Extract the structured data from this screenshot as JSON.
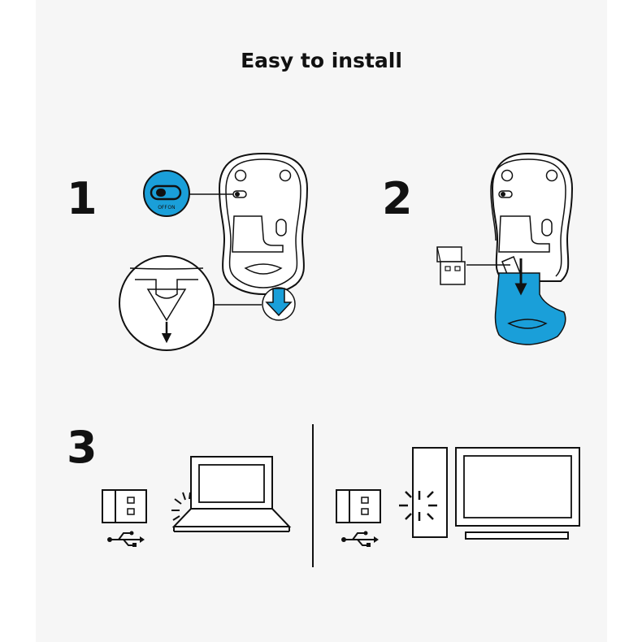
{
  "title": "Easy to install",
  "steps": [
    {
      "number": "1"
    },
    {
      "number": "2"
    },
    {
      "number": "3"
    }
  ],
  "switch_labels": {
    "off": "OFF",
    "on": "ON"
  },
  "colors": {
    "accent": "#1a9fd9",
    "ink": "#111111",
    "panel": "#f6f6f6"
  },
  "icons": [
    "power-switch-icon",
    "battery-door-arrow-icon",
    "usb-receiver-icon",
    "usb-symbol-icon",
    "laptop-icon",
    "desktop-tower-icon",
    "monitor-icon",
    "light-burst-icon"
  ]
}
